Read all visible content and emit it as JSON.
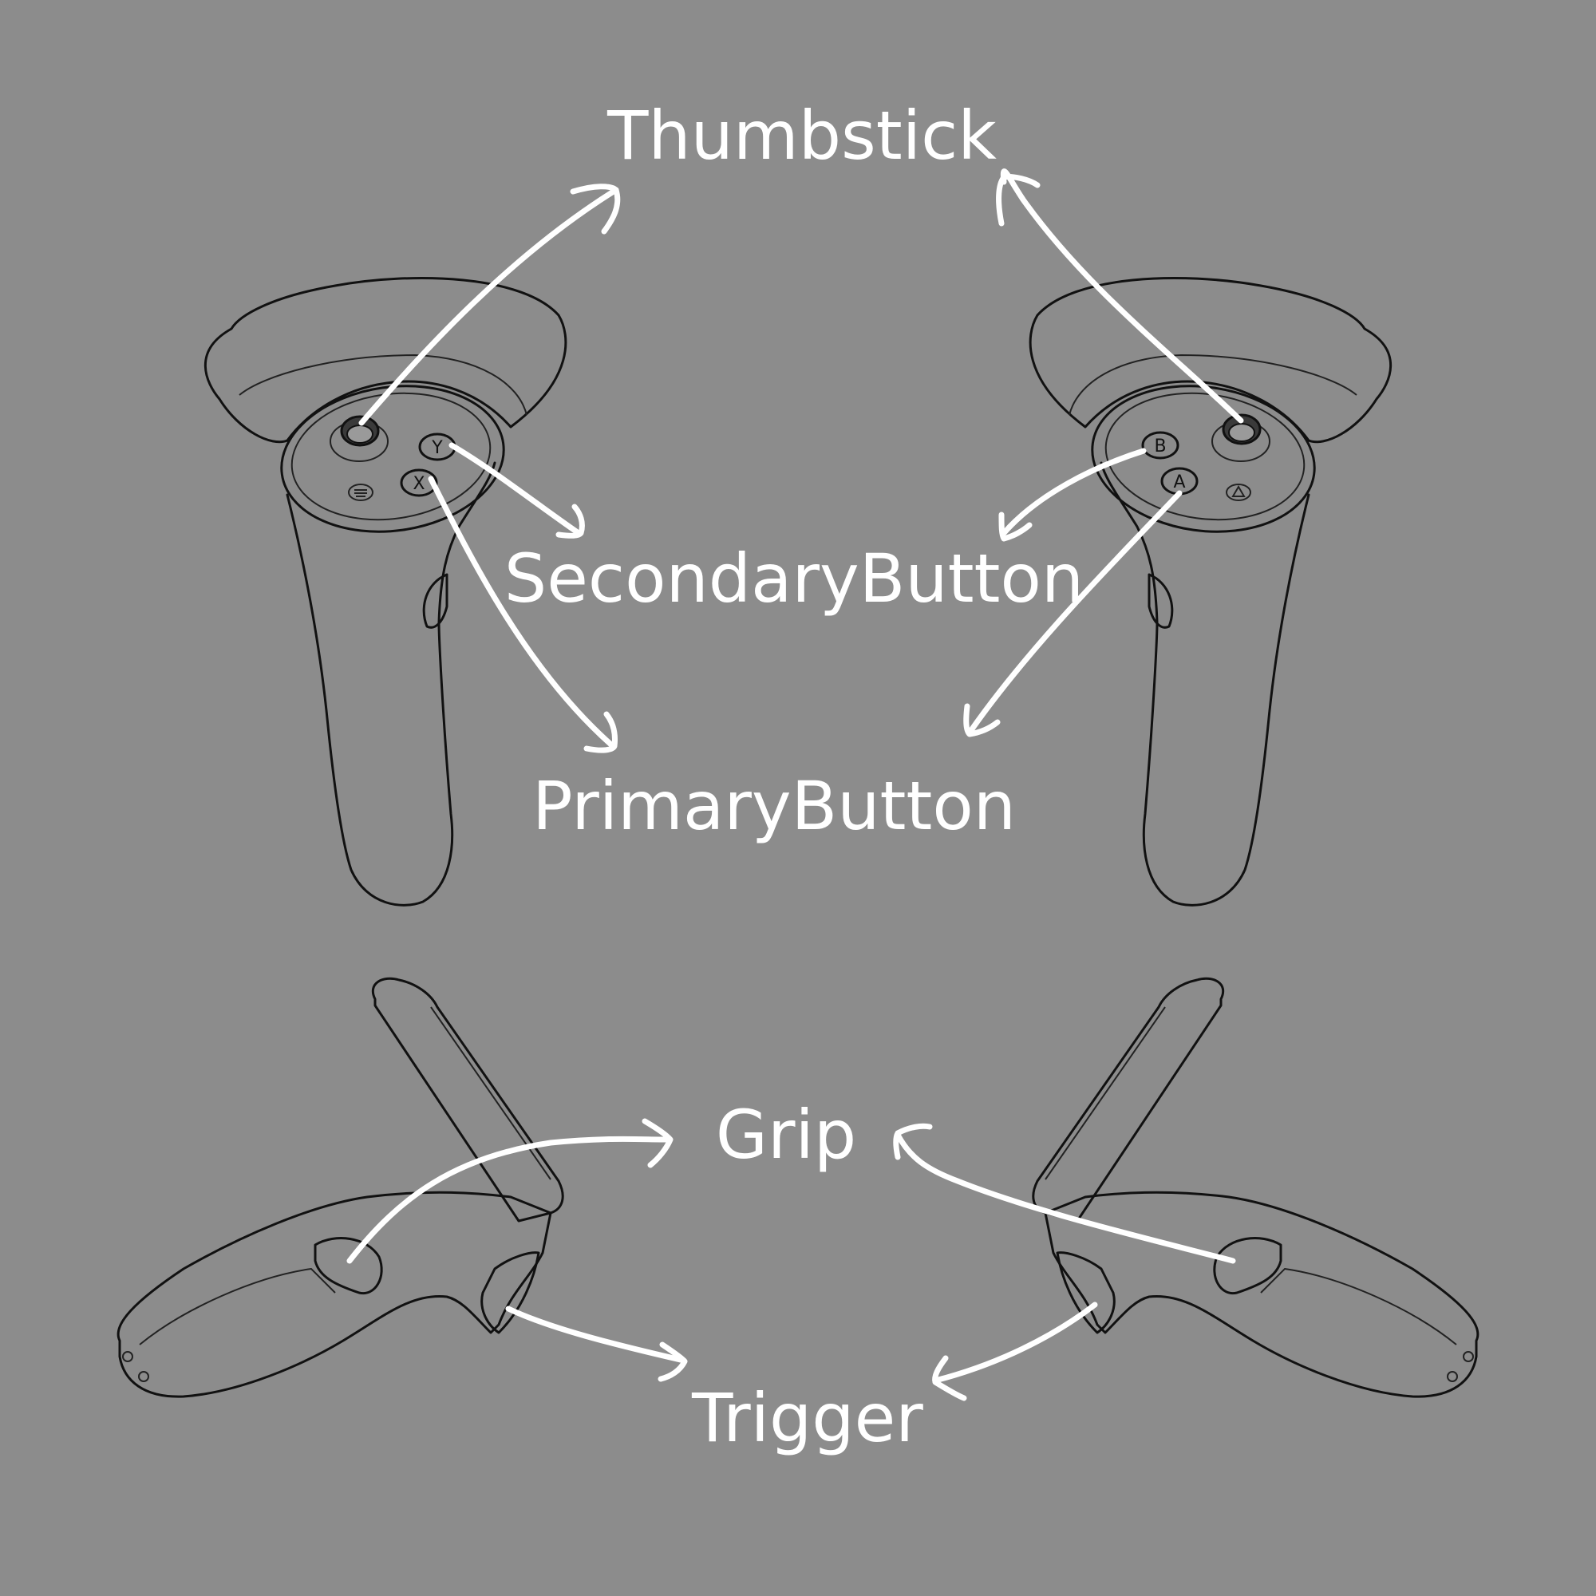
{
  "labels": {
    "thumbstick": "Thumbstick",
    "secondary_button": "SecondaryButton",
    "primary_button": "PrimaryButton",
    "grip": "Grip",
    "trigger": "Trigger"
  },
  "buttons": {
    "left_secondary": "Y",
    "left_primary": "X",
    "right_secondary": "B",
    "right_primary": "A"
  },
  "colors": {
    "background": "#8c8c8c",
    "label": "#ffffff",
    "arrow": "#ffffff",
    "outline": "#111111"
  }
}
